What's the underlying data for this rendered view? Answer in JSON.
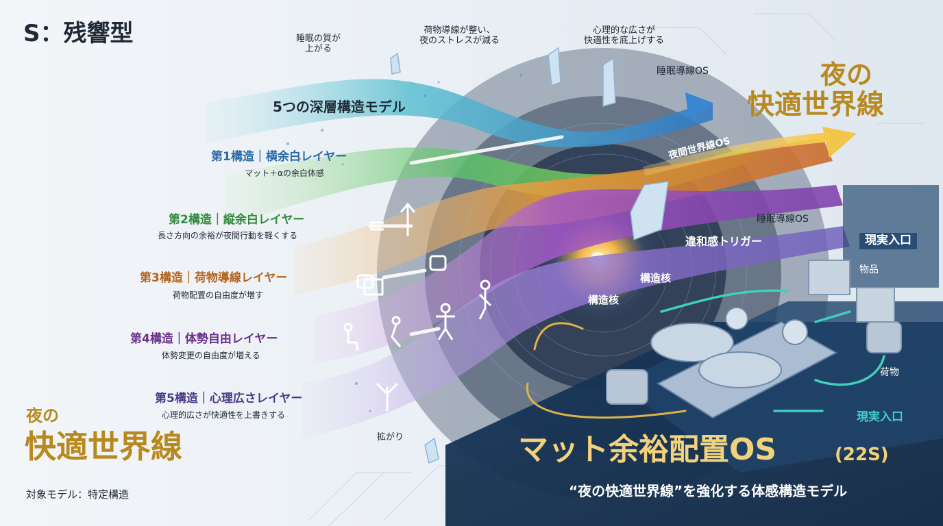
{
  "header": {
    "code": "S：残響型"
  },
  "top_notes": {
    "sleep_quality": "睡眠の質が\n上がる",
    "luggage": "荷物導線が整い、\n夜のストレスが減る",
    "psych_space": "心理的な広さが\n快適性を底上げする",
    "sleep_os": "睡眠導線OS"
  },
  "model_title": "5つの深層構造モデル",
  "layers": [
    {
      "title": "第1構造｜横余白レイヤー",
      "desc": "マット＋αの余白体感",
      "color": "#2a6aa8"
    },
    {
      "title": "第2構造｜縦余白レイヤー",
      "desc": "長さ方向の余裕が夜間行動を軽くする",
      "color": "#2f8a3a"
    },
    {
      "title": "第3構造｜荷物導線レイヤー",
      "desc": "荷物配置の自由度が増す",
      "color": "#b5621a"
    },
    {
      "title": "第4構造｜体勢自由レイヤー",
      "desc": "体勢変更の自由度が増える",
      "color": "#6a2f8a"
    },
    {
      "title": "第5構造｜心理広さレイヤー",
      "desc": "心理的広さが快適性を上書きする",
      "color": "#4a3a8a"
    }
  ],
  "expansion_label": "拡がり",
  "right_title": {
    "line1": "夜の",
    "line2": "快適世界線"
  },
  "center_labels": {
    "night_os": "夜間世界線OS",
    "sleep_os2": "睡眠導線OS",
    "trigger": "違和感トリガー",
    "core1": "構造核",
    "core2": "構造核"
  },
  "reality": {
    "entry_top": "現実入口",
    "items": "物品",
    "luggage": "荷物",
    "entry_bottom": "現実入口"
  },
  "left_title": {
    "line1": "夜の",
    "line2": "快適世界線",
    "target": "対象モデル：特定構造"
  },
  "product": {
    "name": "マット余裕配置OS",
    "code": "(22S)",
    "subtitle": "“夜の快適世界線”を強化する体感構造モデル"
  },
  "colors": {
    "gold": "#b8891f",
    "navy": "#12304f",
    "teal": "#3fb8b0"
  }
}
